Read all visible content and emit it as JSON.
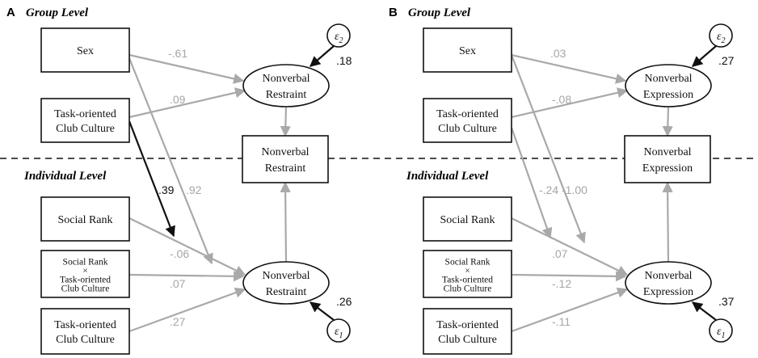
{
  "panels": [
    {
      "letter": "A",
      "group_label": "Group Level",
      "individual_label": "Individual Level",
      "nodes": {
        "sex": [
          "Sex"
        ],
        "club_group": [
          "Task-oriented",
          "Club Culture"
        ],
        "latent_group": [
          "Nonverbal",
          "Restraint"
        ],
        "observed": [
          "Nonverbal",
          "Restraint"
        ],
        "rank": [
          "Social Rank"
        ],
        "interaction": [
          "Social Rank",
          "×",
          "Task-oriented",
          "Club Culture"
        ],
        "club_ind": [
          "Task-oriented",
          "Club Culture"
        ],
        "latent_ind": [
          "Nonverbal",
          "Restraint"
        ]
      },
      "error_labels": {
        "group": "ε2",
        "individual": "ε1"
      },
      "coefficients": {
        "sex_to_latent_group": "-.61",
        "club_to_latent_group": ".09",
        "club_to_interaction": ".39",
        "sex_to_latent_ind": ".92",
        "rank_to_latent_ind": "-.06",
        "interaction_to_latent_ind": ".07",
        "club_ind_to_latent_ind": ".27"
      },
      "r2": {
        "group": ".18",
        "individual": ".26"
      }
    },
    {
      "letter": "B",
      "group_label": "Group Level",
      "individual_label": "Individual Level",
      "nodes": {
        "sex": [
          "Sex"
        ],
        "club_group": [
          "Task-oriented",
          "Club Culture"
        ],
        "latent_group": [
          "Nonverbal",
          "Expression"
        ],
        "observed": [
          "Nonverbal",
          "Expression"
        ],
        "rank": [
          "Social Rank"
        ],
        "interaction": [
          "Social Rank",
          "×",
          "Task-oriented",
          "Club Culture"
        ],
        "club_ind": [
          "Task-oriented",
          "Club Culture"
        ],
        "latent_ind": [
          "Nonverbal",
          "Expression"
        ]
      },
      "error_labels": {
        "group": "ε2",
        "individual": "ε1"
      },
      "coefficients": {
        "sex_to_latent_group": ".03",
        "club_to_latent_group": "-.08",
        "club_to_interaction": "-.24",
        "sex_to_interaction": "-1.00",
        "rank_to_latent_ind": ".07",
        "interaction_to_latent_ind": "-.12",
        "club_ind_to_latent_ind": "-.11"
      },
      "r2": {
        "group": ".27",
        "individual": ".37"
      }
    }
  ]
}
